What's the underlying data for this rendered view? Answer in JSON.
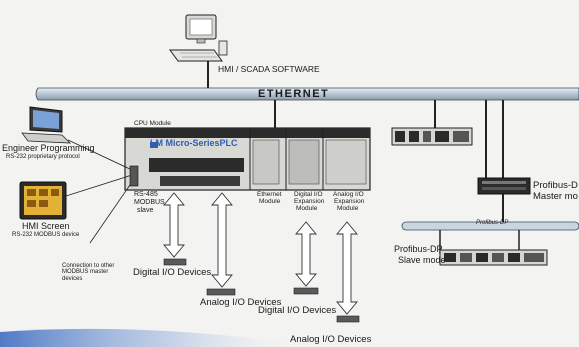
{
  "labels": {
    "hmi_scada": "HMI / SCADA SOFTWARE",
    "ethernet": "ETHERNET",
    "cpu_module": "CPU Module",
    "plc_name": "LM Micro-SeriesPLC",
    "engineer_programming": "Engineer Programming",
    "engineer_sub": "RS-232 proprietary protocol",
    "hmi_screen": "HMI Screen",
    "hmi_screen_sub": "RS-232 MODBUS device",
    "connection_other": "Connection to other MODBUS master devices",
    "rs485": "RS-485",
    "modbus_slave_1": "MODBUS",
    "modbus_slave_2": "slave",
    "ethernet_module_1": "Ethernet",
    "ethernet_module_2": "Module",
    "digital_exp_1": "Digital I/O",
    "digital_exp_2": "Expansion",
    "digital_exp_3": "Module",
    "analog_exp_1": "Analog I/O",
    "analog_exp_2": "Expansion",
    "analog_exp_3": "Module",
    "profibus_master_1": "Profibus-D",
    "profibus_master_2": "Master mo",
    "profibus_bus": "Profibus-DP",
    "profibus_slave_1": "Profibus-DP",
    "profibus_slave_2": "Slave mode",
    "digital_io_devices_1": "Digital I/O Devices",
    "analog_io_devices_1": "Analog I/O Devices",
    "digital_io_devices_2": "Digital I/O Devices",
    "analog_io_devices_2": "Analog I/O Devices"
  },
  "colors": {
    "module_dark": "#2b2b2b",
    "module_light": "#d8d8d4",
    "bus_fill": "#c9d6e2",
    "bus_stroke": "#3f4a55",
    "arrow_fill": "#ffffff",
    "accent_blue": "#2e5fb0"
  }
}
